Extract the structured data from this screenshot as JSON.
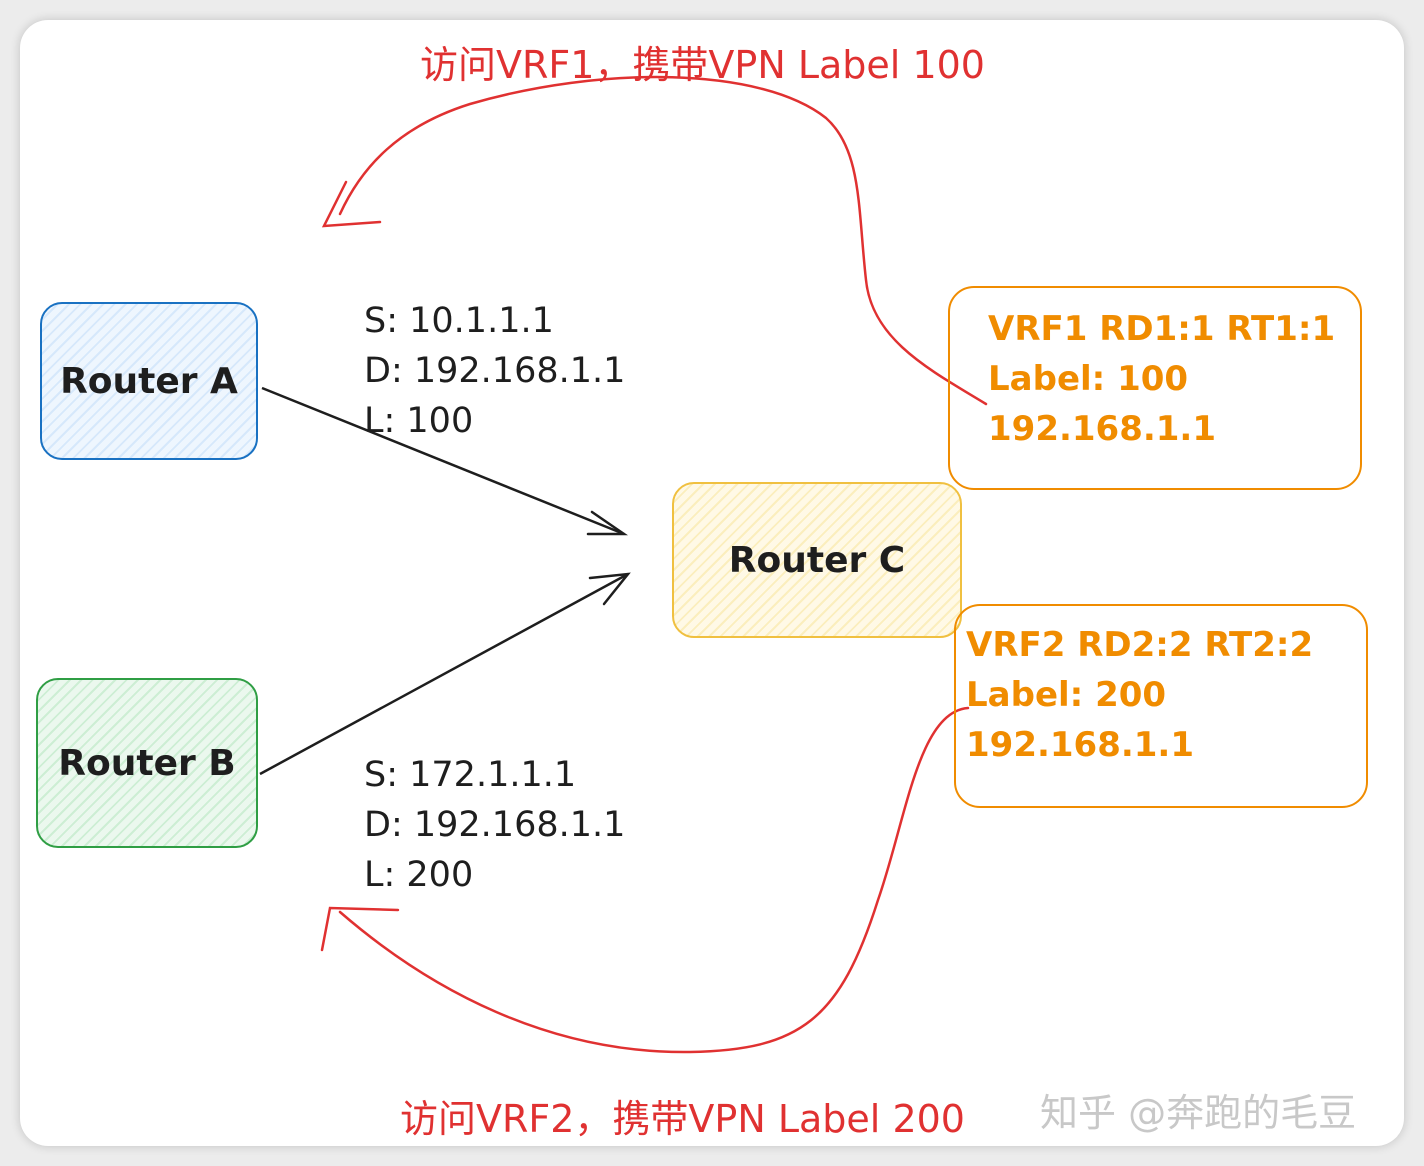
{
  "routers": {
    "a": "Router A",
    "b": "Router B",
    "c": "Router C"
  },
  "packets": {
    "top": [
      "S: 10.1.1.1",
      "D: 192.168.1.1",
      "L: 100"
    ],
    "bottom": [
      "S: 172.1.1.1",
      "D: 192.168.1.1",
      "L: 200"
    ]
  },
  "vrf_boxes": {
    "vrf1": [
      "VRF1 RD1:1 RT1:1",
      "Label: 100",
      "192.168.1.1"
    ],
    "vrf2": [
      "VRF2 RD2:2 RT2:2",
      "Label: 200",
      "192.168.1.1"
    ]
  },
  "notes": {
    "top": "访问VRF1，携带VPN Label 100",
    "bottom": "访问VRF2，携带VPN Label 200"
  },
  "watermark": "知乎 @奔跑的毛豆",
  "colors": {
    "router_a": "#1971c2",
    "router_b": "#2f9e44",
    "router_c": "#f0c040",
    "vrf": "#f08c00",
    "annotation": "#e03131",
    "ink": "#1e1e1e"
  }
}
